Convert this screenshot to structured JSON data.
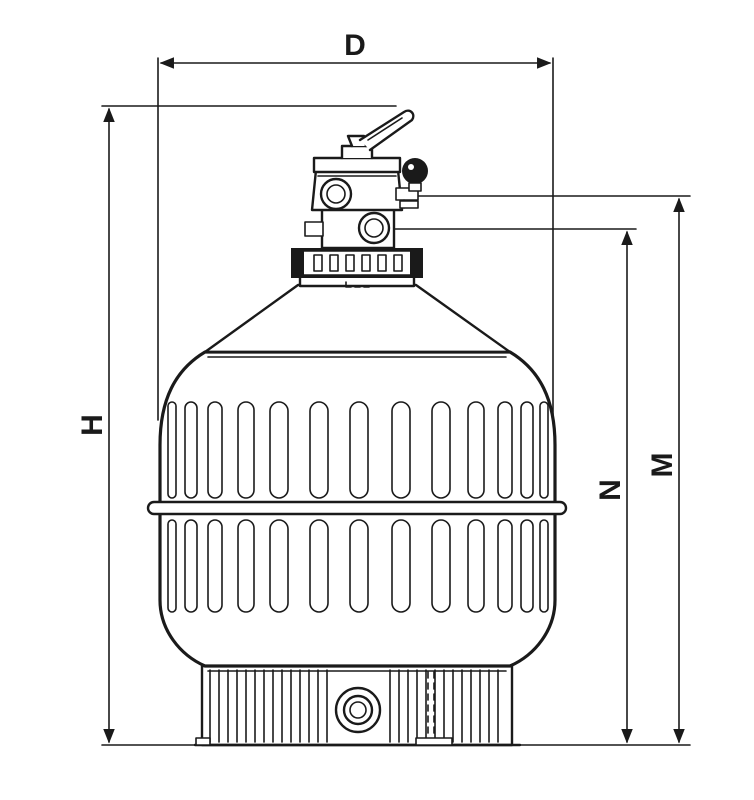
{
  "dimensions": {
    "width_label": "D",
    "height_label": "H",
    "upper_port_height_label": "M",
    "lower_port_height_label": "N"
  },
  "colors": {
    "line": "#1a1a1a",
    "background": "#ffffff"
  }
}
